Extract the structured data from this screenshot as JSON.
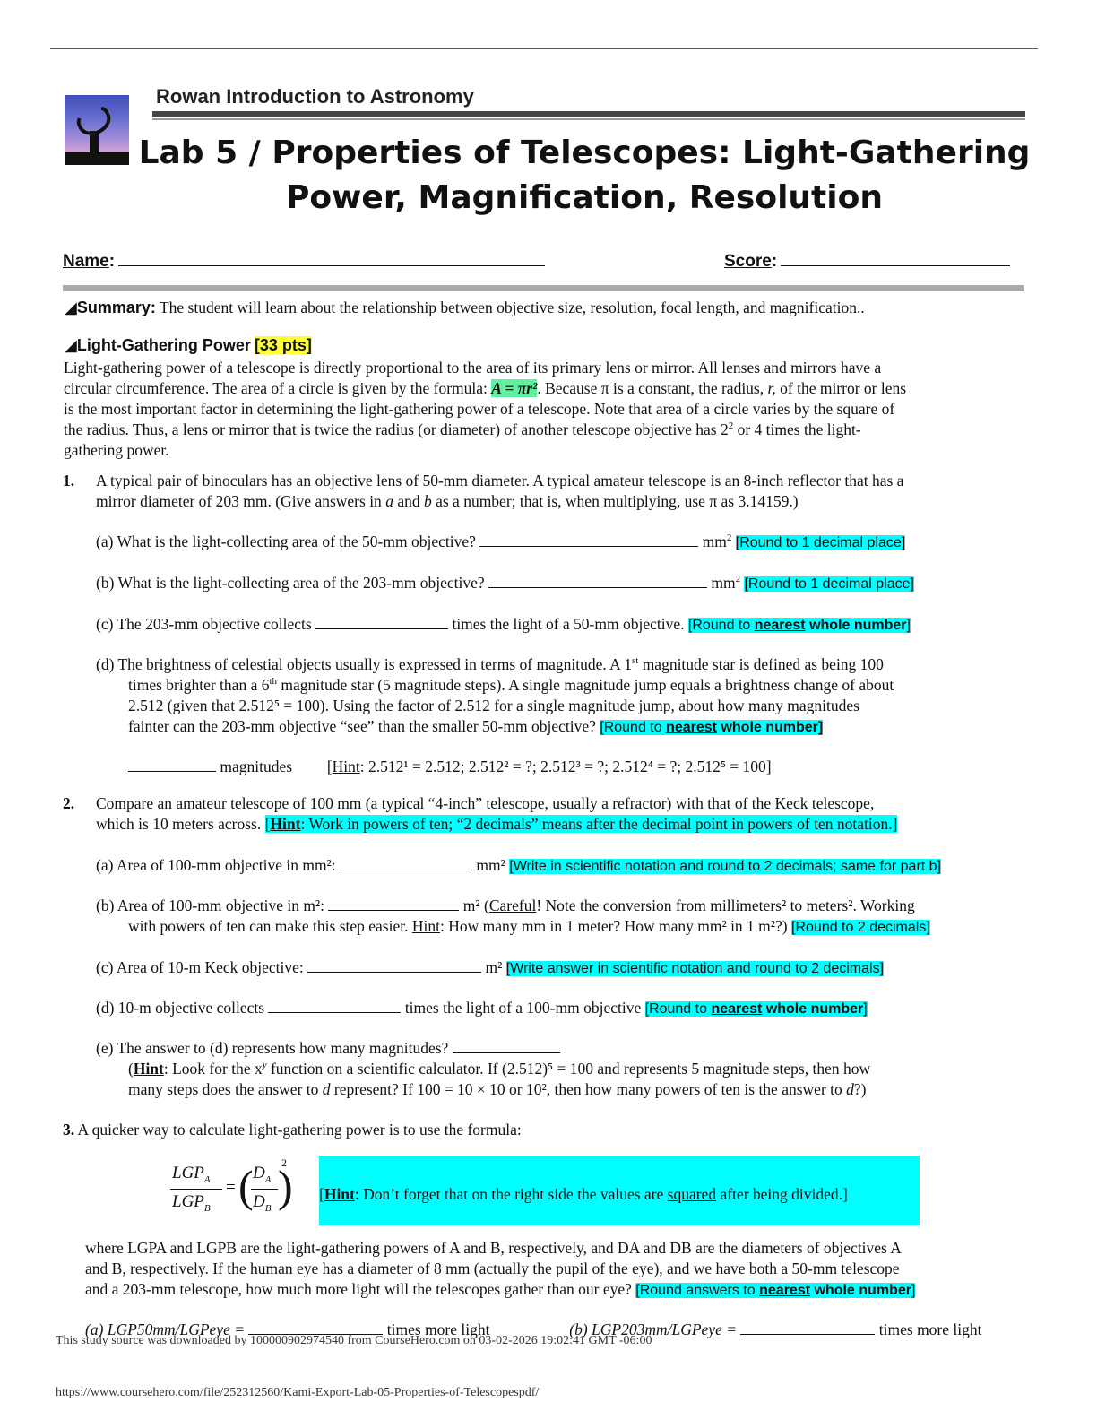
{
  "header": {
    "course": "Rowan Introduction to Astronomy",
    "title_line1": "Lab 5 / Properties of Telescopes: Light-Gathering",
    "title_line2": "Power, Magnification, Resolution",
    "name_label": "Name",
    "score_label": "Score"
  },
  "summary": {
    "label": "Summary:",
    "text": " The student will learn about the relationship between objective size, resolution, focal length, and magnification.."
  },
  "lgp": {
    "heading": "Light-Gathering Power",
    "pts": "[33 pts]",
    "p1": "Light-gathering power of a telescope is directly proportional to the area of its primary lens or mirror. All lenses and mirrors have a",
    "p2a": "circular circumference. The area of a circle is given by the formula: ",
    "formula": "A = πr²",
    "p2b": ". Because π is a constant, the radius, ",
    "p2r": "r,",
    "p2c": " of the mirror or lens",
    "p3": "is the most important factor in determining the light-gathering power of a telescope. Note that area of a circle varies by the square of",
    "p4a": "the radius. Thus, a lens or mirror that is twice the radius (or diameter) of another telescope objective has 2",
    "p4b": " or 4 times the light-",
    "p5": "gathering power."
  },
  "q1": {
    "num": "1.",
    "l1": "A typical pair of binoculars has an objective lens of 50-mm diameter. A typical amateur telescope is an 8-inch reflector that has a",
    "l2a": "mirror diameter of 203 mm. (Give answers in ",
    "l2b": " and ",
    "l2c": " as a number; that is, when multiplying, use π as 3.14159.)",
    "a": "(a)  What is the light-collecting area of the 50-mm objective?",
    "a_unit": "mm",
    "a_hint": "[Round to 1 decimal place]",
    "b": "(b)  What is the light-collecting area of the 203-mm objective?",
    "b_unit": "mm",
    "b_hint": "[Round to 1 decimal place]",
    "c1": "(c)  The 203-mm objective collects",
    "c2": "times the light of a 50-mm objective.",
    "c_hint_a": "[Round to ",
    "c_hint_b": "nearest",
    "c_hint_c": " whole number",
    "c_hint_d": "]",
    "d1": "(d)  The brightness of celestial objects usually is expressed in terms of magnitude. A 1",
    "d1b": " magnitude star is defined as being 100",
    "d2a": "times brighter than a 6",
    "d2b": " magnitude star (5 magnitude steps). A single magnitude jump equals a brightness change of about",
    "d3": "2.512 (given that 2.512⁵ = 100). Using the factor of 2.512 for a single magnitude jump, about how many magnitudes",
    "d4": "fainter can the 203-mm objective “see” than the smaller 50-mm objective?",
    "d_hint_a": "[Round to ",
    "d_hint_b": "nearest",
    "d_hint_c": " whole number]",
    "d_ans": "magnitudes",
    "d_hint_line_a": "[",
    "d_hint_line_b": "Hint",
    "d_hint_line_c": ": 2.512¹ = 2.512; 2.512² = ?; 2.512³ = ?; 2.512⁴ = ?; 2.512⁵ = 100]"
  },
  "q2": {
    "num": "2.",
    "l1": "Compare an amateur telescope of 100 mm (a typical “4-inch” telescope, usually a refractor) with that of the Keck telescope,",
    "l2": "which is 10 meters across. ",
    "l2_hint_a": "[",
    "l2_hint_b": "Hint",
    "l2_hint_c": ": Work in powers of ten; “2 decimals” means after the decimal point in powers of ten notation.]",
    "a": "(a)  Area of 100-mm objective in mm²:",
    "a_unit": "mm²",
    "a_hint": "[Write in scientific notation and round to 2 decimals; same for part b]",
    "b": "(b)  Area of 100-mm objective in m²:",
    "b_unit": "m² (",
    "b_careful": "Careful",
    "b_rest": "! Note the conversion from millimeters² to meters². Working",
    "b2a": "with powers of ten can make this step easier. ",
    "b2_hint": "Hint",
    "b2b": ": How many mm in 1 meter? How many mm² in 1 m²?) ",
    "b_hint": "[Round to 2 decimals]",
    "c": "(c)  Area of 10-m Keck objective:",
    "c_unit": "m²",
    "c_hint": "[Write answer in scientific notation and round to 2 decimals]",
    "d1": "(d)  10-m objective collects",
    "d2": "times the light of a 100-mm objective",
    "d_hint_a": "[Round to ",
    "d_hint_b": "nearest",
    "d_hint_c": " whole number",
    "d_hint_d": "]",
    "e1": "(e)  The answer to (d) represents how many magnitudes?",
    "e2a": "(",
    "e2b": "Hint",
    "e2c": ": Look for the x",
    "e2d": " function on a scientific calculator. If (2.512)⁵ = 100 and represents 5 magnitude steps, then how",
    "e3a": "many steps does the answer to ",
    "e3b": " represent? If 100 = 10 × 10 or 10², then how many powers of ten is the answer to ",
    "e3c": "?)"
  },
  "q3": {
    "num": "3.",
    "l1": " A quicker way to calculate light-gathering power is to use the formula:",
    "lgp": "LGP",
    "d": "D",
    "sa": "A",
    "sb": "B",
    "exp": "2",
    "eq": "=",
    "hint_a": "[",
    "hint_b": "Hint",
    "hint_c": ": Don’t forget that on the right side the values are ",
    "hint_d": "squared",
    "hint_e": " after being divided.]",
    "w1": "where LGPA and LGPB are the light-gathering powers of A and B, respectively, and DA and DB are the diameters of objectives A",
    "w2": "and B, respectively. If the human eye has a diameter of 8 mm (actually the pupil of the eye), and we have both a 50-mm telescope",
    "w3": "and a 203-mm telescope, how much more light will the telescopes gather than our eye? ",
    "w3_hint_a": "[Round answers to ",
    "w3_hint_b": "nearest",
    "w3_hint_c": " whole number",
    "w3_hint_d": "]",
    "ans_a": "(a) LGP50mm/LGPeye =",
    "ans_a2": "times more light",
    "ans_b": "(b) LGP203mm/LGPeye =",
    "ans_b2": "times more light"
  },
  "footer": {
    "download": "This study source was downloaded by 100000902974540 from CourseHero.com on 03-02-2026 19:02:41 GMT -06:00",
    "url": "https://www.coursehero.com/file/252312560/Kami-Export-Lab-05-Properties-of-Telescopespdf/"
  }
}
